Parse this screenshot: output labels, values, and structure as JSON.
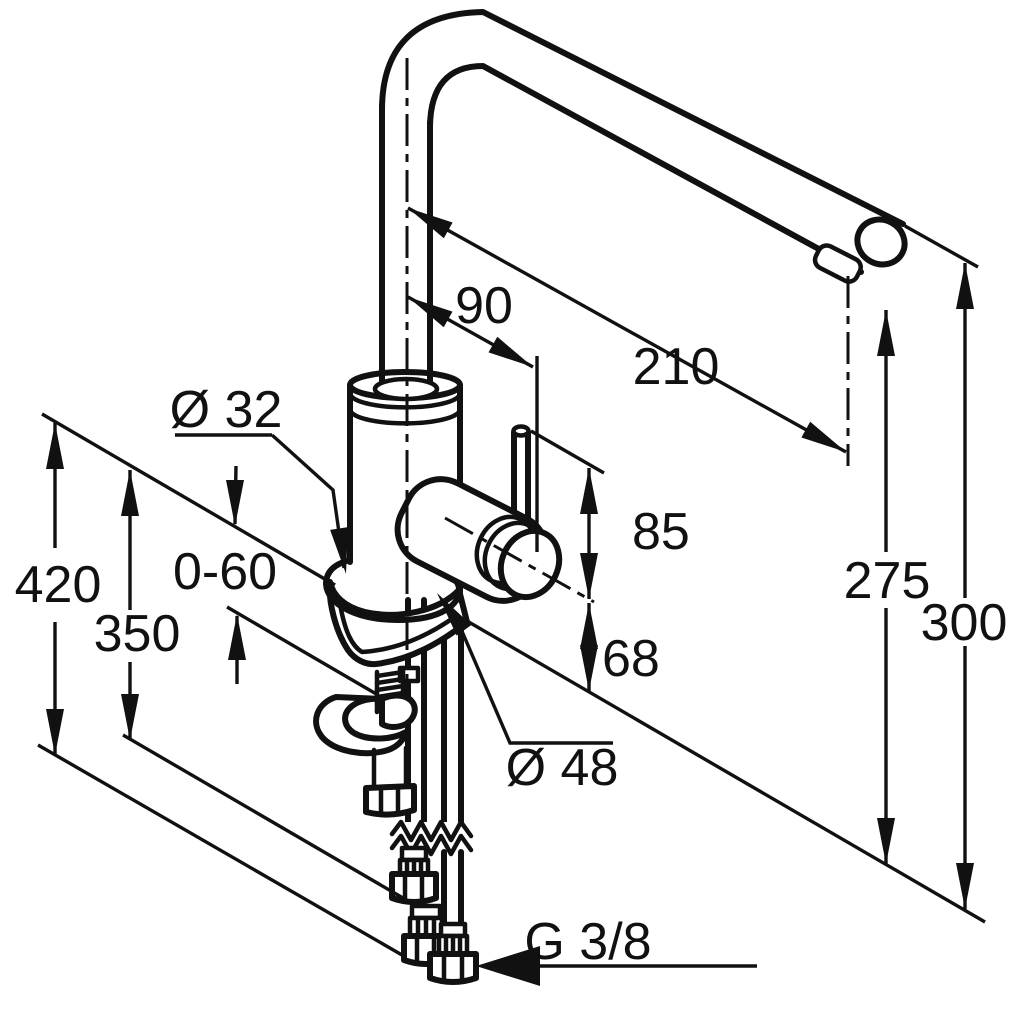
{
  "drawing": {
    "background": "#ffffff",
    "ink": "#111111",
    "labels": {
      "dim_90": "90",
      "dim_210": "210",
      "dia_32": "Ø 32",
      "range_0_60": "0-60",
      "dim_420": "420",
      "dim_350": "350",
      "dim_85": "85",
      "dim_68": "68",
      "dim_275": "275",
      "dim_300": "300",
      "dia_48": "Ø 48",
      "thread": "G 3/8"
    }
  }
}
